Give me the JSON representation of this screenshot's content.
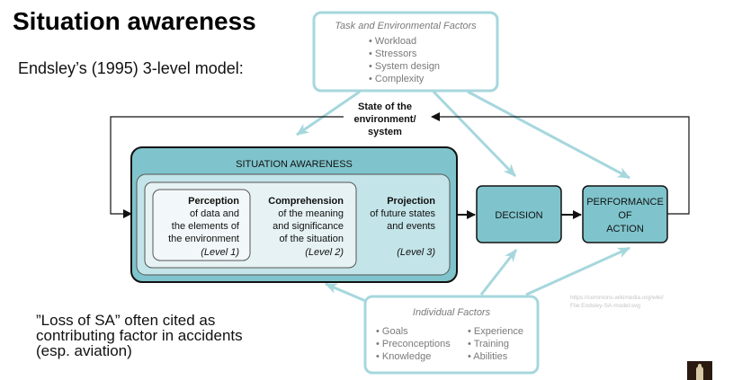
{
  "slide": {
    "title": "Situation awareness",
    "subtitle": "Endsley’s (1995) 3-level model:",
    "note": "”Loss of SA” often cited as\ncontributing factor in accidents\n(esp. aviation)",
    "credit": "https://commons.wikimedia.org/wiki/\nFile:Endsley-SA-model.svg"
  },
  "diagram": {
    "task_factors": {
      "title": "Task and Environmental Factors",
      "items": [
        "• Workload",
        "• Stressors",
        "• System design",
        "• Complexity"
      ]
    },
    "state_label": [
      "State of the",
      "environment/",
      "system"
    ],
    "sa_box": {
      "title": "SITUATION AWARENESS",
      "perception": {
        "heading": "Perception",
        "lines": [
          "of data and",
          "the elements of",
          "the environment"
        ],
        "level": "(Level 1)"
      },
      "comprehension": {
        "heading": "Comprehension",
        "lines": [
          "of the meaning",
          "and significance",
          "of the situation"
        ],
        "level": "(Level 2)"
      },
      "projection": {
        "heading": "Projection",
        "lines": [
          "of future states",
          "and events"
        ],
        "level": "(Level 3)"
      }
    },
    "decision": {
      "label": "DECISION"
    },
    "performance": {
      "lines": [
        "PERFORMANCE",
        "OF",
        "ACTION"
      ]
    },
    "individual_factors": {
      "title": "Individual Factors",
      "col1": [
        "• Goals",
        "• Preconceptions",
        "• Knowledge"
      ],
      "col2": [
        "• Experience",
        "• Training",
        "• Abilities"
      ]
    }
  },
  "colors": {
    "sa_outer_fill": "#7fc4cc",
    "sa_mid_fill": "#c3e4e8",
    "box_fill": "#7fc4cc",
    "inner_fill": "#f2f8f9",
    "factor_border": "#a6d7dd",
    "factor_text": "#7a7a7a"
  }
}
